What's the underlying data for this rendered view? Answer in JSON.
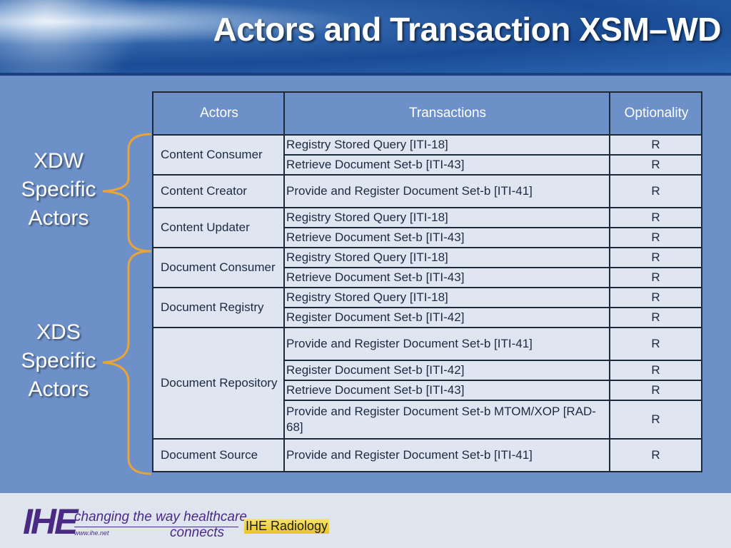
{
  "slide": {
    "title": "Actors and Transaction XSM–WD",
    "colors": {
      "background": "#6d90c9",
      "brace": "#e8a33a",
      "header_text": "#ffffff"
    }
  },
  "side_labels": {
    "xdw": [
      "XDW",
      "Specific",
      "Actors"
    ],
    "xds": [
      "XDS",
      "Specific",
      "Actors"
    ]
  },
  "table": {
    "headers": [
      "Actors",
      "Transactions",
      "Optionality"
    ],
    "groups": [
      {
        "actor": "Content Consumer",
        "rows": [
          {
            "transaction": "Registry Stored Query [ITI-18]",
            "optionality": "R"
          },
          {
            "transaction": "Retrieve Document Set-b [ITI-43]",
            "optionality": "R"
          }
        ]
      },
      {
        "actor": "Content Creator",
        "rows": [
          {
            "transaction": "Provide and Register Document Set-b [ITI-41]",
            "optionality": "R"
          }
        ]
      },
      {
        "actor": "Content Updater",
        "rows": [
          {
            "transaction": "Registry Stored Query [ITI-18]",
            "optionality": "R"
          },
          {
            "transaction": "Retrieve Document Set-b [ITI-43]",
            "optionality": "R"
          }
        ]
      },
      {
        "actor": "Document Consumer",
        "rows": [
          {
            "transaction": "Registry Stored Query [ITI-18]",
            "optionality": "R"
          },
          {
            "transaction": "Retrieve Document Set-b [ITI-43]",
            "optionality": "R"
          }
        ]
      },
      {
        "actor": "Document Registry",
        "rows": [
          {
            "transaction": "Registry Stored Query [ITI-18]",
            "optionality": "R"
          },
          {
            "transaction": "Register Document Set-b [ITI-42]",
            "optionality": "R"
          }
        ]
      },
      {
        "actor": "Document Repository",
        "rows": [
          {
            "transaction": "Provide and Register Document Set-b [ITI-41]",
            "optionality": "R"
          },
          {
            "transaction": "Register Document Set-b [ITI-42]",
            "optionality": "R"
          },
          {
            "transaction": "Retrieve Document Set-b [ITI-43]",
            "optionality": "R"
          },
          {
            "transaction": "Provide and Register Document Set-b MTOM/XOP [RAD-68]",
            "optionality": "R"
          }
        ]
      },
      {
        "actor": "Document Source",
        "rows": [
          {
            "transaction": "Provide and Register Document Set-b [ITI-41]",
            "optionality": "R"
          }
        ]
      }
    ]
  },
  "footer": {
    "logo_text": "IHE",
    "tagline_1": "changing the way healthcare",
    "tagline_2": "connects",
    "website": "www.ihe.net",
    "section_label": "IHE Radiology"
  }
}
